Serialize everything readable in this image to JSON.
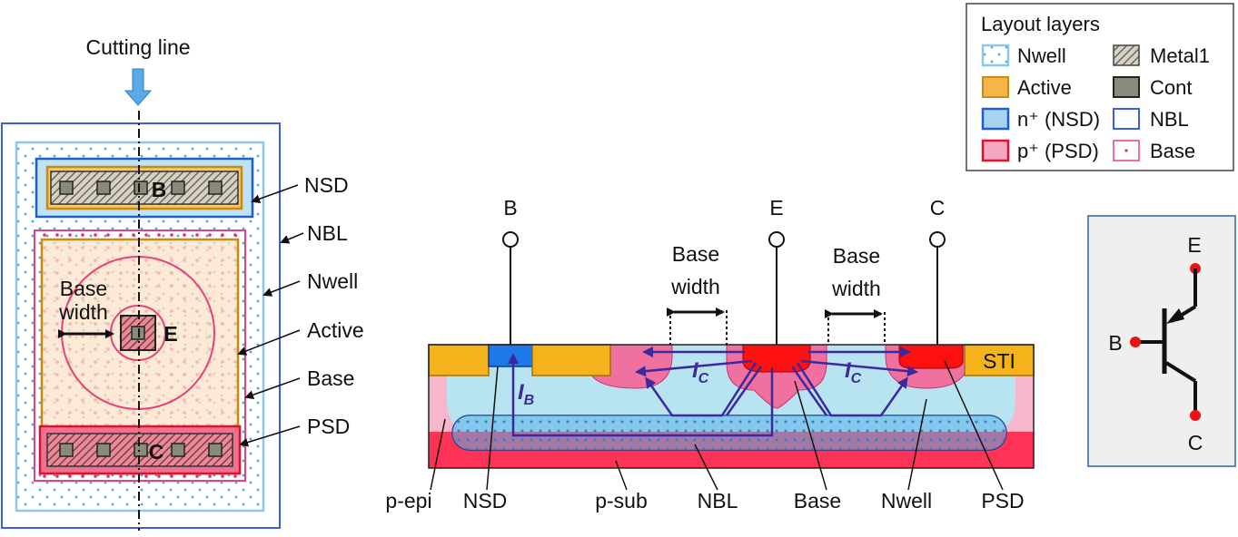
{
  "layout_view": {
    "cutting_line": "Cutting line",
    "terminal_b": "B",
    "terminal_e": "E",
    "terminal_c": "C",
    "base_width": [
      "Base",
      "width"
    ],
    "callouts": [
      "NSD",
      "NBL",
      "Nwell",
      "Active",
      "Base",
      "PSD"
    ]
  },
  "cross_section": {
    "terminals": [
      "B",
      "E",
      "C"
    ],
    "base_width_left": [
      "Base",
      "width"
    ],
    "base_width_right": [
      "Base",
      "width"
    ],
    "sti": "STI",
    "current_b": "I",
    "current_b_sub": "B",
    "current_c": "I",
    "current_c_sub": "C",
    "bottom_labels": [
      "p-epi",
      "NSD",
      "p-sub",
      "NBL",
      "Base",
      "Nwell",
      "PSD"
    ]
  },
  "legend": {
    "title": "Layout layers",
    "items": [
      {
        "label": "Nwell",
        "icon": "nwell-swatch"
      },
      {
        "label": "Metal1",
        "icon": "metal1-swatch"
      },
      {
        "label": "Active",
        "icon": "active-swatch"
      },
      {
        "label": "Cont",
        "icon": "cont-swatch"
      },
      {
        "label": "n⁺ (NSD)",
        "icon": "nsd-swatch"
      },
      {
        "label": "NBL",
        "icon": "nbl-swatch"
      },
      {
        "label": "p⁺ (PSD)",
        "icon": "psd-swatch"
      },
      {
        "label": "Base",
        "icon": "base-swatch"
      }
    ]
  },
  "symbol": {
    "e": "E",
    "b": "B",
    "c": "C"
  },
  "colors": {
    "nwell": "#bfe3f2",
    "active": "#f2b233",
    "nsd": "#1d6fe0",
    "psd": "#ff1a1a",
    "base": "#f080a8",
    "nbl": "#3a5fe0",
    "psub": "#ff3355",
    "current": "#3a2a9e"
  }
}
